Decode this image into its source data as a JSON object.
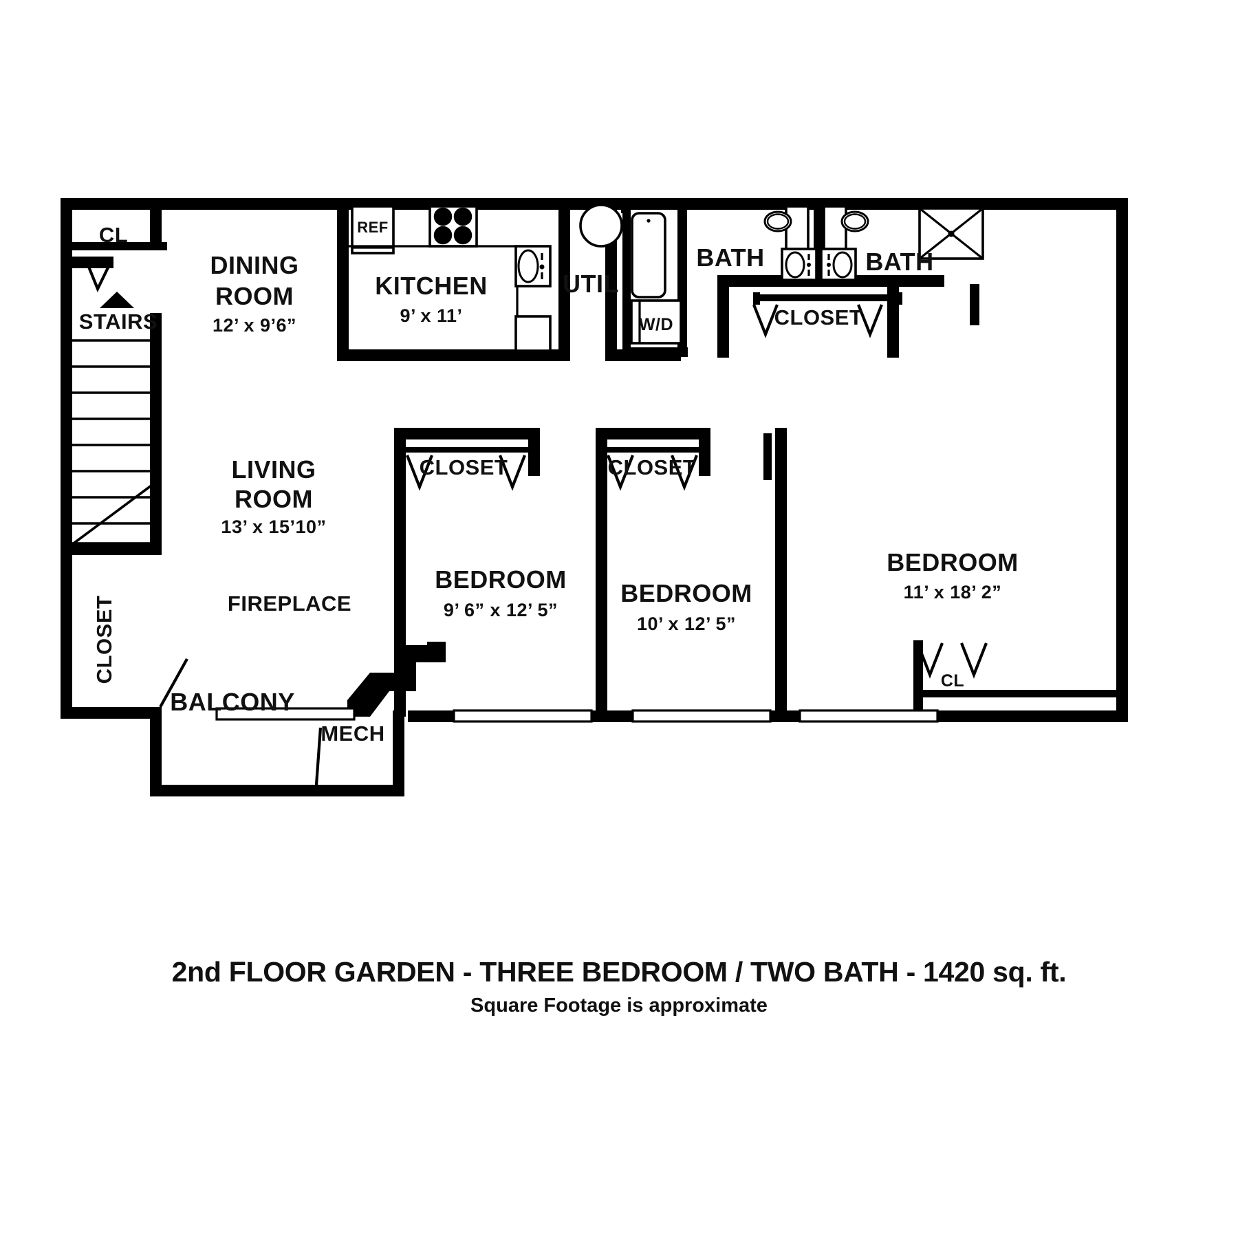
{
  "plan": {
    "caption_main": "2nd FLOOR GARDEN - THREE BEDROOM / TWO BATH - 1420 sq. ft.",
    "caption_sub": "Square Footage is approximate",
    "rooms": [
      {
        "id": "entry_closet",
        "name": "CL",
        "dim": ""
      },
      {
        "id": "stairs",
        "name": "STAIRS",
        "dim": ""
      },
      {
        "id": "dining",
        "name": "DINING",
        "name2": "ROOM",
        "dim": "12’ x 9’6”"
      },
      {
        "id": "kitchen",
        "name": "KITCHEN",
        "dim": "9’ x 11’"
      },
      {
        "id": "util",
        "name": "UTIL",
        "dim": ""
      },
      {
        "id": "bath_left",
        "name": "BATH",
        "dim": ""
      },
      {
        "id": "bath_right",
        "name": "BATH",
        "dim": ""
      },
      {
        "id": "master_closet",
        "name": "CLOSET",
        "dim": ""
      },
      {
        "id": "living",
        "name": "LIVING",
        "name2": "ROOM",
        "dim": "13’ x 15’10”"
      },
      {
        "id": "fireplace",
        "name": "FIREPLACE",
        "dim": ""
      },
      {
        "id": "hall_closet",
        "name": "CLOSET",
        "dim": ""
      },
      {
        "id": "balcony",
        "name": "BALCONY",
        "dim": ""
      },
      {
        "id": "mech",
        "name": "MECH",
        "dim": ""
      },
      {
        "id": "bed1_closet",
        "name": "CLOSET",
        "dim": ""
      },
      {
        "id": "bedroom1",
        "name": "BEDROOM",
        "dim": "9’ 6” x 12’ 5”"
      },
      {
        "id": "bed2_closet",
        "name": "CLOSET",
        "dim": ""
      },
      {
        "id": "bedroom2",
        "name": "BEDROOM",
        "dim": "10’ x 12’ 5”"
      },
      {
        "id": "bedroom3",
        "name": "BEDROOM",
        "dim": "11’ x 18’ 2”"
      },
      {
        "id": "bed3_closet",
        "name": "CL",
        "dim": ""
      }
    ],
    "fixtures": [
      {
        "id": "refrigerator",
        "label": "REF"
      },
      {
        "id": "washer_dryer",
        "label": "W/D"
      },
      {
        "id": "range",
        "label": ""
      },
      {
        "id": "kitchen_sink",
        "label": ""
      },
      {
        "id": "bathtub",
        "label": ""
      },
      {
        "id": "water_heater",
        "label": ""
      },
      {
        "id": "toilet_left",
        "label": ""
      },
      {
        "id": "toilet_right",
        "label": ""
      },
      {
        "id": "vanity_left",
        "label": ""
      },
      {
        "id": "vanity_right",
        "label": ""
      },
      {
        "id": "shower",
        "label": ""
      }
    ],
    "colors": {
      "wall": "#000000",
      "background": "#ffffff",
      "text": "#111111"
    }
  }
}
